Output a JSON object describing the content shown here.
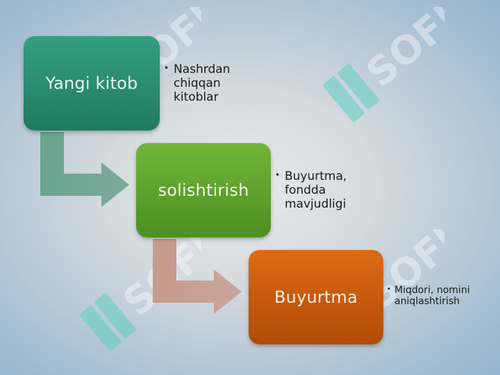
{
  "watermark": {
    "text": "SOFF"
  },
  "steps": [
    {
      "label": "Yangi kitob",
      "note": "Nashrdan chiqqan kitoblar",
      "color": "#2a8f70"
    },
    {
      "label": "solishtirish",
      "note": "Buyurtma, fondda mavjudligi",
      "color": "#62a52f"
    },
    {
      "label": "Buyurtma",
      "note": "Miqdori, nomini aniqlashtirish",
      "color": "#c85a0e"
    }
  ],
  "bullet": "•"
}
